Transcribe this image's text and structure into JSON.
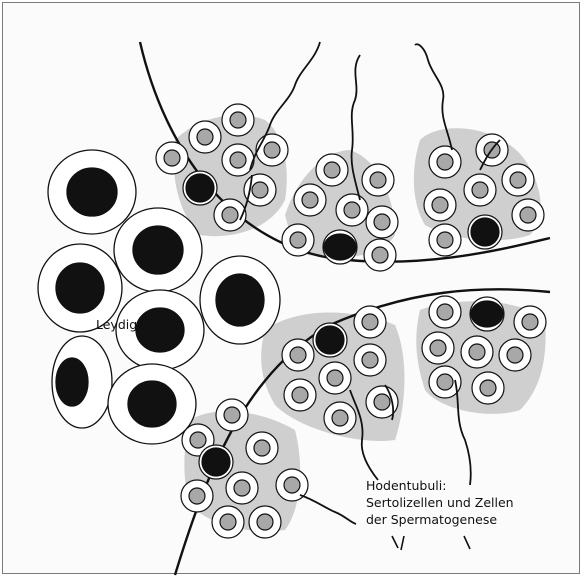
{
  "labels": {
    "leydig": "Leydigzellen",
    "tubuli_line1": "Hodentubuli:",
    "tubuli_line2": "Sertolizellen und Zellen",
    "tubuli_line3": "der Spermatogenese"
  },
  "colors": {
    "frame": "#7a7a7a",
    "background": "#fbfbfb",
    "outline": "#111111",
    "stroma": "#cfcfcf",
    "nucleus_dark": "#111111",
    "nucleus_light": "#a8a8a8"
  }
}
